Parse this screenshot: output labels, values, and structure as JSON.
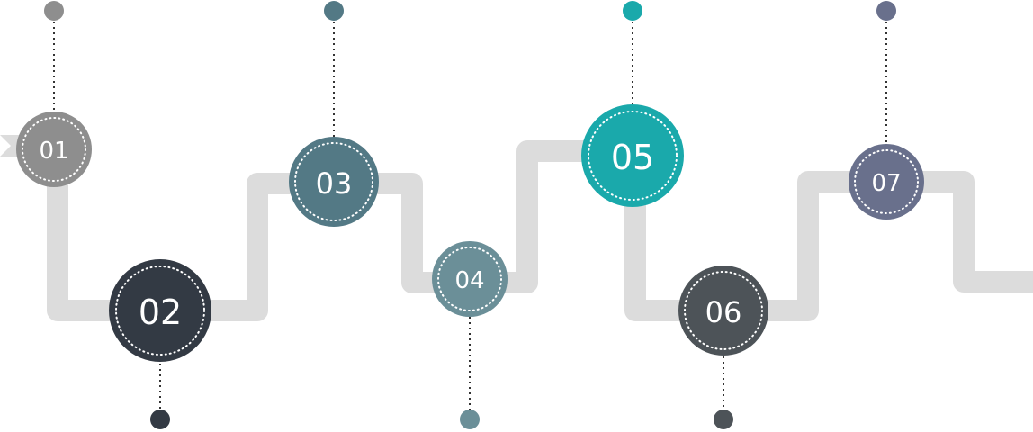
{
  "colors": {
    "track": "#dcdcdc",
    "connector": "#333333",
    "text": "#ffffff",
    "ring": "#ffffff"
  },
  "steps": [
    {
      "label": "01",
      "color": "#8e8e8e"
    },
    {
      "label": "02",
      "color": "#333a44"
    },
    {
      "label": "03",
      "color": "#537985"
    },
    {
      "label": "04",
      "color": "#6b8f98"
    },
    {
      "label": "05",
      "color": "#1aa9ab"
    },
    {
      "label": "06",
      "color": "#4d5358"
    },
    {
      "label": "07",
      "color": "#69708c"
    }
  ]
}
